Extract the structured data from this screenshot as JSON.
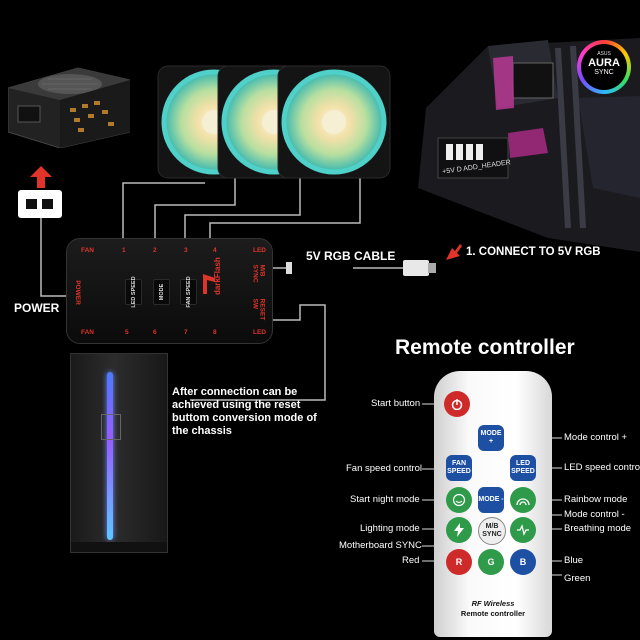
{
  "labels": {
    "power": "POWER",
    "cable": "5V RGB CABLE",
    "connect": "1. CONNECT TO 5V RGB",
    "after_connection": "After connection can be achieved using the reset buttom conversion mode of the chassis",
    "remote_title": "Remote controller",
    "mb_header": "+5V  D  ADD_HEADER"
  },
  "aura": {
    "brand": "ASUS",
    "name": "AURA",
    "sub": "SYNC"
  },
  "hub": {
    "brand": "darkFlash",
    "top_ports": [
      "FAN",
      "1",
      "2",
      "3",
      "4",
      "LED"
    ],
    "bottom_ports": [
      "FAN",
      "5",
      "6",
      "7",
      "8",
      "LED"
    ],
    "left_label": "POWER",
    "right_labels": [
      "M/B SYNC",
      "RESET SW"
    ],
    "buttons": [
      "LED SPEED",
      "MODE",
      "FAN SPEED"
    ]
  },
  "remote": {
    "buttons": {
      "mode_plus": "MODE +",
      "fan_speed": "FAN SPEED",
      "led_speed": "LED SPEED",
      "mode_minus": "MODE -",
      "mb_sync": "M/B SYNC",
      "r": "R",
      "g": "G",
      "b": "B"
    },
    "left_labels": [
      "Start button",
      "Fan speed control",
      "Start night mode",
      "Lighting mode",
      "Motherboard SYNC",
      "Red"
    ],
    "right_labels": [
      "Mode control +",
      "LED speed control",
      "Rainbow mode",
      "Mode control -",
      "Breathing mode",
      "Blue",
      "Green"
    ],
    "footer_line1": "RF Wireless",
    "footer_line2": "Remote controller"
  },
  "colors": {
    "accent_red": "#e0342a",
    "fan_glow": "#4fd0c8",
    "remote_blue": "#1d4fa3",
    "remote_green": "#2f9a49",
    "remote_red": "#cf2a2a"
  }
}
